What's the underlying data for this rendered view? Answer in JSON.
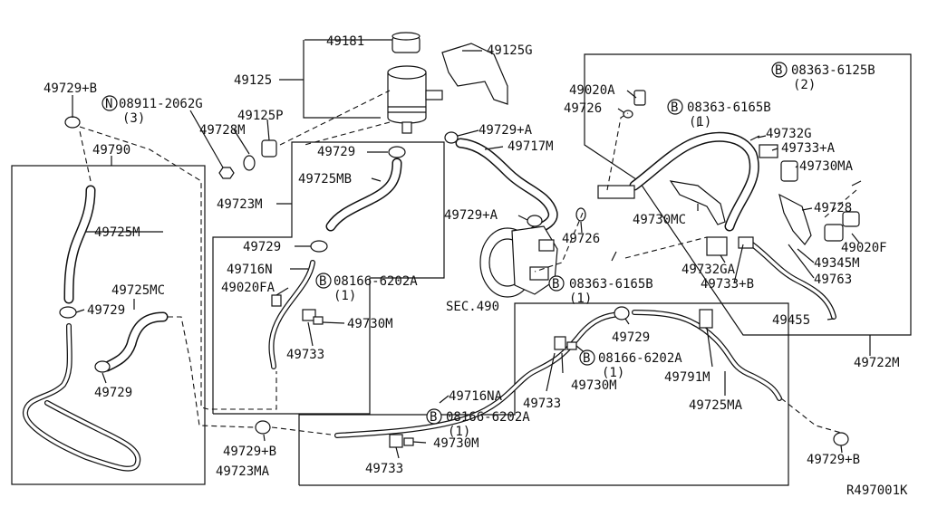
{
  "diagram_id": "R497001K",
  "labels": {
    "p49181": "49181",
    "p49125G": "49125G",
    "p49125": "49125",
    "p49729B_top": "49729+B",
    "p08911": "08911-2062G",
    "p08911_qty": "(3)",
    "p49728M": "49728M",
    "p49125P": "49125P",
    "p49790": "49790",
    "p49729_top": "49729",
    "p49725MB": "49725MB",
    "p49723M": "49723M",
    "p49725M": "49725M",
    "p49729_mid": "49729",
    "p49716N": "49716N",
    "p49020FA": "49020FA",
    "p08166_a": "08166-6202A",
    "p08166_a_qty": "(1)",
    "p49730M_a": "49730M",
    "p49733_a": "49733",
    "p49725MC": "49725MC",
    "p49729_left": "49729",
    "p49729_left2": "49729",
    "p49729A_top": "49729+A",
    "p49717M": "49717M",
    "p49729A_mid": "49729+A",
    "p49726_mid": "49726",
    "p49020A": "49020A",
    "p49726_top": "49726",
    "p08363_6165B_top": "08363-6165B",
    "p08363_6165B_top_qty": "(1)",
    "p08363_6125B": "08363-6125B",
    "p08363_6125B_qty": "(2)",
    "p49732G": "49732G",
    "p49733A": "49733+A",
    "p49730MA": "49730MA",
    "p49730MC": "49730MC",
    "p49728": "49728",
    "p49020F": "49020F",
    "p49345M": "49345M",
    "p49732GA": "49732GA",
    "p49733B": "49733+B",
    "p49763": "49763",
    "p08363_6165B_mid": "08363-6165B",
    "p08363_6165B_mid_qty": "(1)",
    "p49455": "49455",
    "p49722M": "49722M",
    "sec490": "SEC.490",
    "p49729_right": "49729",
    "p08166_b": "08166-6202A",
    "p08166_b_qty": "(1)",
    "p49730M_b": "49730M",
    "p49733_b": "49733",
    "p49716NA": "49716NA",
    "p49791M": "49791M",
    "p49725MA": "49725MA",
    "p08166_c": "08166-6202A",
    "p08166_c_qty": "(1)",
    "p49730M_c": "49730M",
    "p49733_c": "49733",
    "p49729B_bot": "49729+B",
    "p49723MA": "49723MA",
    "p49729B_right": "49729+B"
  },
  "markers": {
    "N": "N",
    "B": "B"
  }
}
